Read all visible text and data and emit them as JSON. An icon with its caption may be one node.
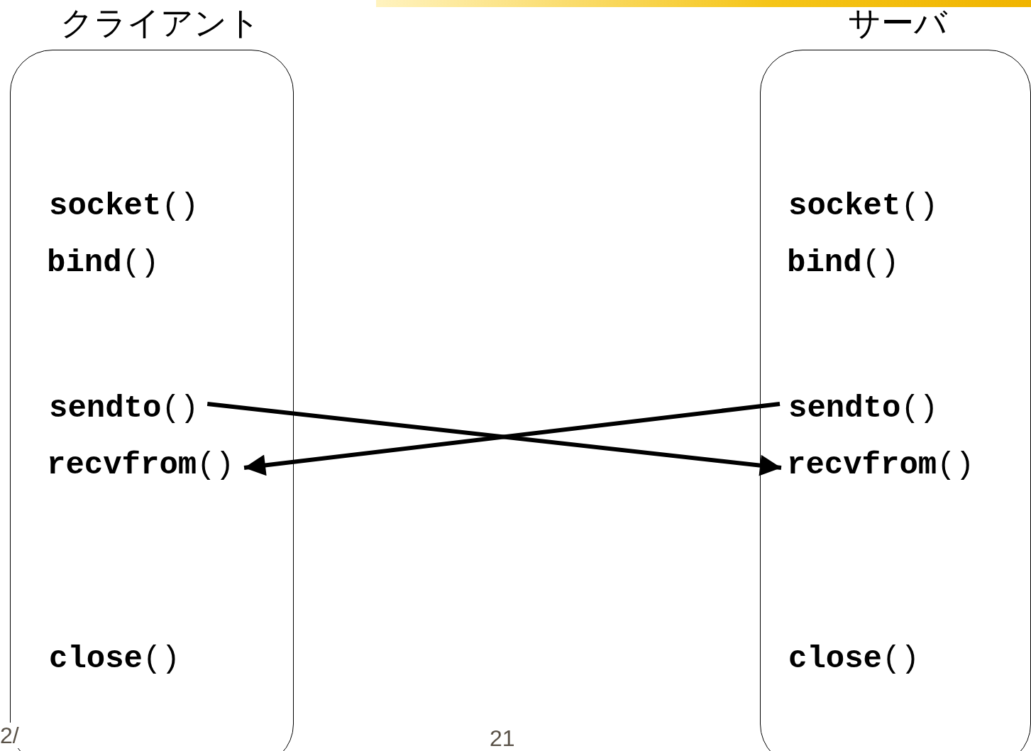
{
  "diagram": {
    "nodes": [
      {
        "text": [
          "クライアント"
        ]
      },
      {
        "text": [
          "**socket**()"
        ],
        "in": 0
      },
      {
        "text": [
          "**bind**()"
        ],
        "in": 0
      },
      {
        "text": [
          "**sendto**()"
        ],
        "in": 0
      },
      {
        "text": [
          "**recvfrom**()"
        ],
        "in": 0
      },
      {
        "text": [
          "**close**()"
        ],
        "in": 0
      },
      {
        "text": [
          "サーバ"
        ]
      },
      {
        "text": [
          "**socket**()"
        ],
        "in": 6
      },
      {
        "text": [
          "**bind**()"
        ],
        "in": 6
      },
      {
        "text": [
          "**sendto**()"
        ],
        "in": 6
      },
      {
        "text": [
          "**recvfrom**()"
        ],
        "in": 6
      },
      {
        "text": [
          "**close**()"
        ],
        "in": 6
      }
    ],
    "edges": [
      {
        "from": 3,
        "to": 10,
        "arrow": "to"
      },
      {
        "from": 9,
        "to": 4,
        "arrow": "to"
      }
    ],
    "labels": [
      "2/",
      "21"
    ]
  }
}
